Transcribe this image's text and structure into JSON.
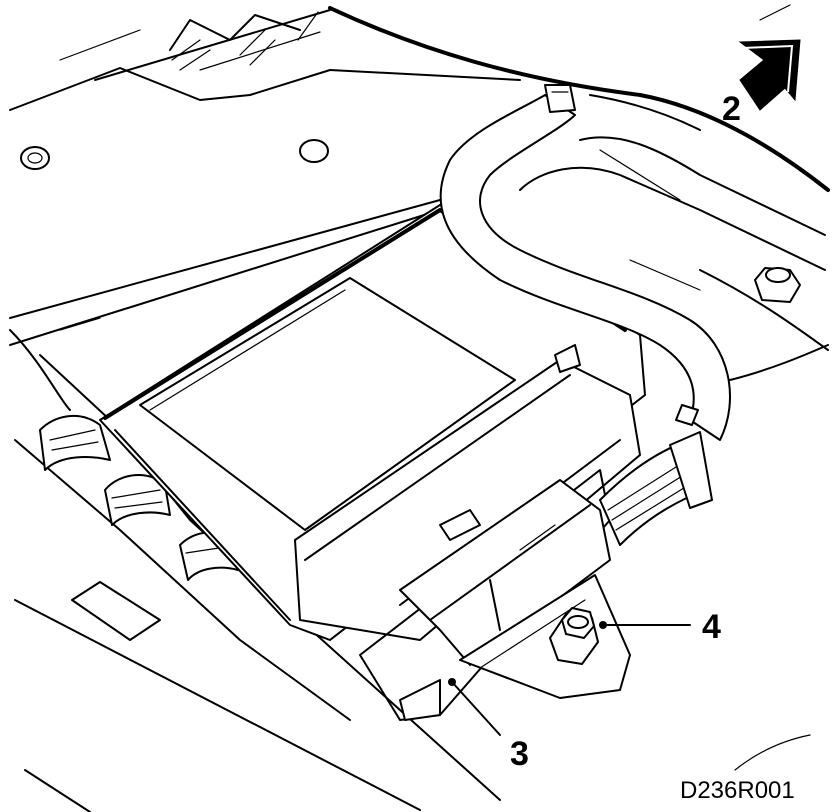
{
  "callouts": {
    "label_2": "2",
    "label_3": "3",
    "label_4": "4"
  },
  "reference_code": "D236R001",
  "colors": {
    "ink": "#000000",
    "paper": "#ffffff"
  },
  "icons": {
    "direction_arrow": "arrow-up-right-icon"
  }
}
